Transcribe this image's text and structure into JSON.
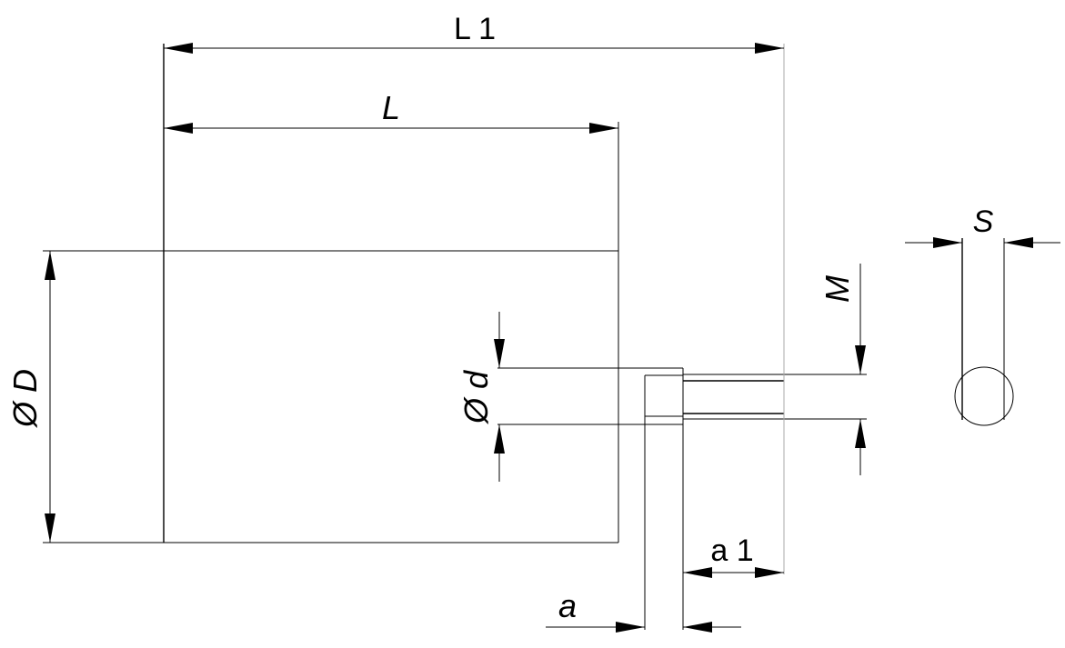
{
  "dimensions": {
    "overall_length": "L 1",
    "body_length": "L",
    "body_diameter": "Ø D",
    "shaft_diameter": "Ø d",
    "thread": "M",
    "width_across_flats": "S",
    "shoulder_offset": "a",
    "thread_offset": "a 1"
  }
}
